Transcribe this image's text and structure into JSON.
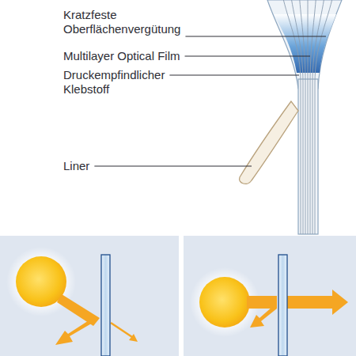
{
  "diagram": {
    "labels": [
      "Kratzfeste Oberflächenvergütung",
      "Multilayer Optical Film",
      "Druckempfindlicher Klebstoff",
      "Liner"
    ]
  }
}
